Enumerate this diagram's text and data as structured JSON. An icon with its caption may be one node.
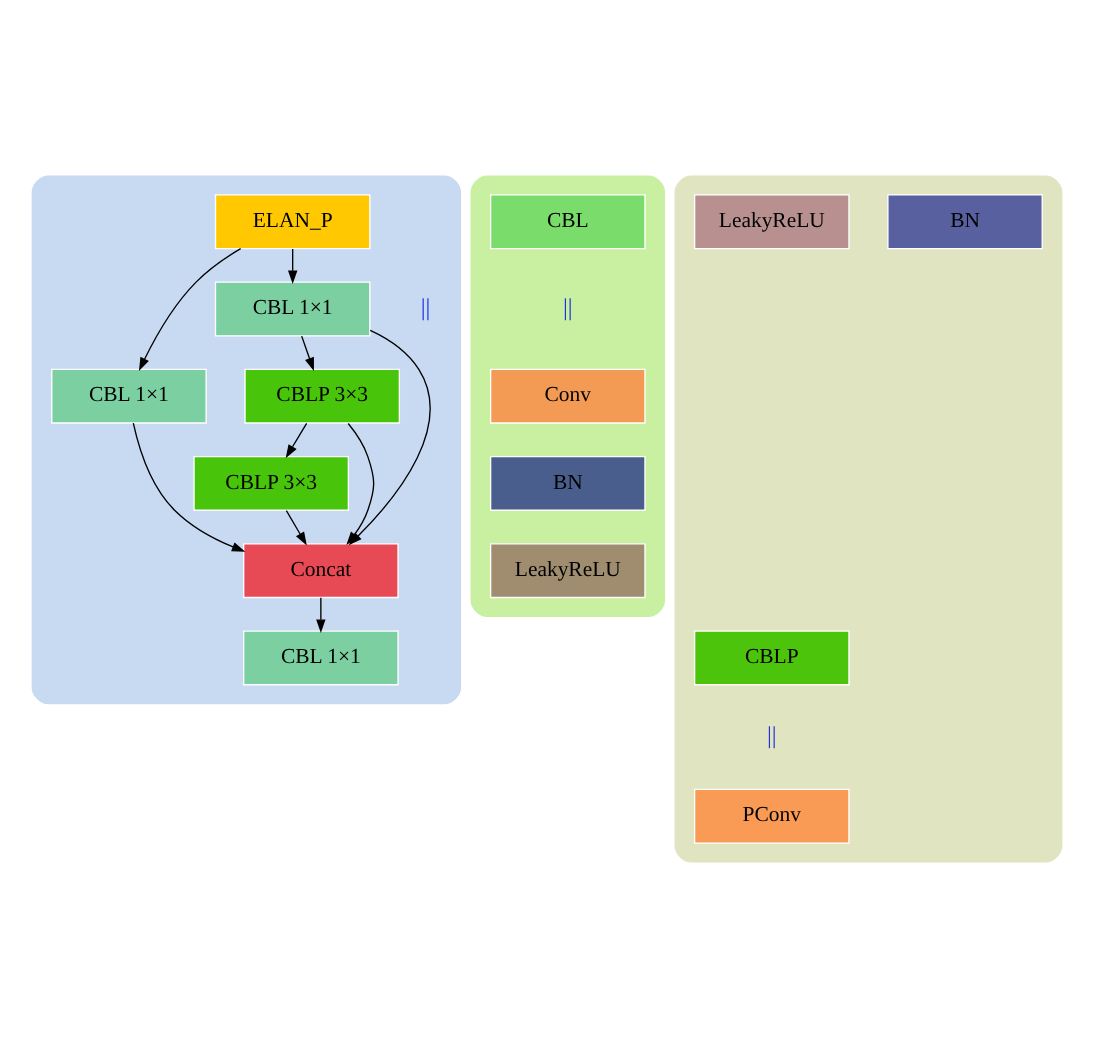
{
  "diagram": {
    "nodes": [
      {
        "text": [],
        "shape": "box"
      },
      {
        "text": [
          "ELAN_P"
        ],
        "in": 0
      },
      {
        "text": [
          "CBL 1×1"
        ],
        "in": 0
      },
      {
        "text": [
          "CBL 1×1"
        ],
        "in": 0
      },
      {
        "text": [
          "CBLP 3×3"
        ],
        "in": 0
      },
      {
        "text": [
          "CBLP 3×3"
        ],
        "in": 0
      },
      {
        "text": [
          "Concat"
        ],
        "in": 0
      },
      {
        "text": [
          "CBL 1×1"
        ],
        "in": 0
      },
      {
        "text": [],
        "shape": "box"
      },
      {
        "text": [
          "CBL"
        ],
        "in": 8
      },
      {
        "text": [
          "Conv"
        ],
        "in": 8
      },
      {
        "text": [
          "BN"
        ],
        "in": 8
      },
      {
        "text": [
          "LeakyReLU"
        ],
        "in": 8
      },
      {
        "text": [],
        "shape": "box"
      },
      {
        "text": [
          "CBLP"
        ],
        "in": 13
      },
      {
        "text": [
          "PConv"
        ],
        "in": 13
      },
      {
        "text": [
          "BN"
        ],
        "in": 13
      },
      {
        "text": [
          "LeakyReLU"
        ],
        "in": 13
      }
    ],
    "edges": [
      {
        "from": 1,
        "to": 2,
        "arrow": "to"
      },
      {
        "from": 1,
        "to": 3,
        "arrow": "to"
      },
      {
        "from": 3,
        "to": 4,
        "arrow": "to"
      },
      {
        "from": 3,
        "to": 6,
        "arrow": "to"
      },
      {
        "from": 4,
        "to": 5,
        "arrow": "to"
      },
      {
        "from": 4,
        "to": 6,
        "arrow": "to"
      },
      {
        "from": 2,
        "to": 6,
        "arrow": "to"
      },
      {
        "from": 5,
        "to": 6,
        "arrow": "to"
      },
      {
        "from": 6,
        "to": 7,
        "arrow": "to"
      }
    ],
    "labels": [
      "||",
      "||",
      "||"
    ]
  }
}
